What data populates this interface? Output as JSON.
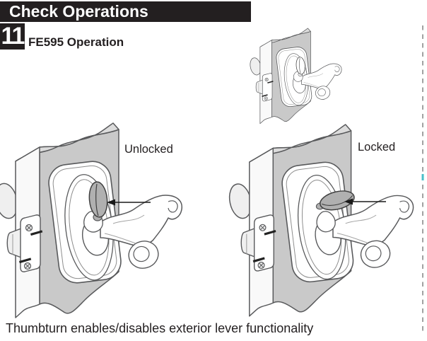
{
  "header": {
    "title": "Check Operations"
  },
  "step": {
    "number": "11",
    "title": "FE595 Operation"
  },
  "figure": {
    "unlocked_label": "Unlocked",
    "locked_label": "Locked",
    "caption": "Thumbturn enables/disables exterior lever functionality",
    "locks": [
      {
        "name": "small-preview",
        "thumbturn": "vertical"
      },
      {
        "name": "unlocked",
        "thumbturn": "vertical"
      },
      {
        "name": "locked",
        "thumbturn": "horizontal"
      }
    ],
    "colors": {
      "header_bar": "#231f20",
      "door_face": "#c9c9c9",
      "door_top": "#dcdcdc",
      "door_edge": "#f9f9f9",
      "outline": "#58595b",
      "thumbturn_fill": "#b0b0b0",
      "arrow": "#1a1a1a",
      "cut_line": "#8a8a8a",
      "cut_mark": "#49bfc9"
    }
  }
}
